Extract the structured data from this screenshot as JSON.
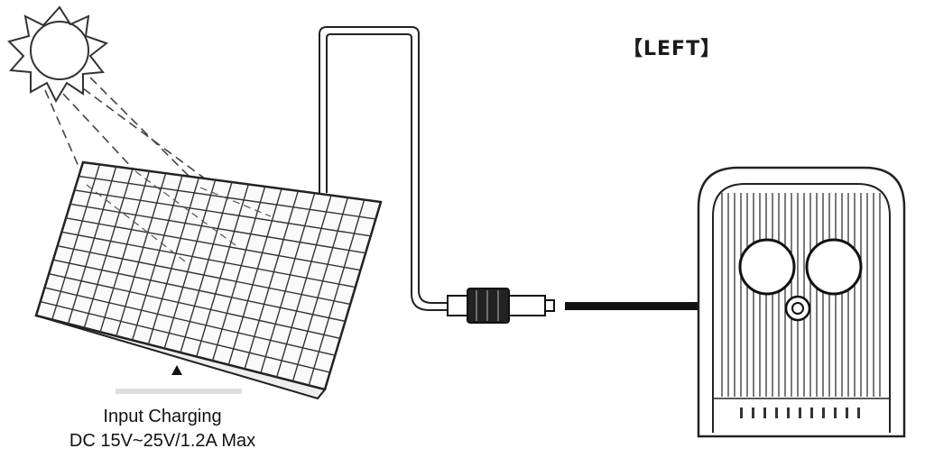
{
  "side_label": "【LEFT】",
  "caption": {
    "line1": "Input Charging",
    "line2": "DC 15V~25V/1.2A Max"
  },
  "icons": {
    "sun": "sun-icon",
    "panel": "solar-panel",
    "connector": "dc-plug-connector",
    "station": "power-station-left-side"
  },
  "colors": {
    "line": "#222222",
    "background": "#ffffff"
  }
}
